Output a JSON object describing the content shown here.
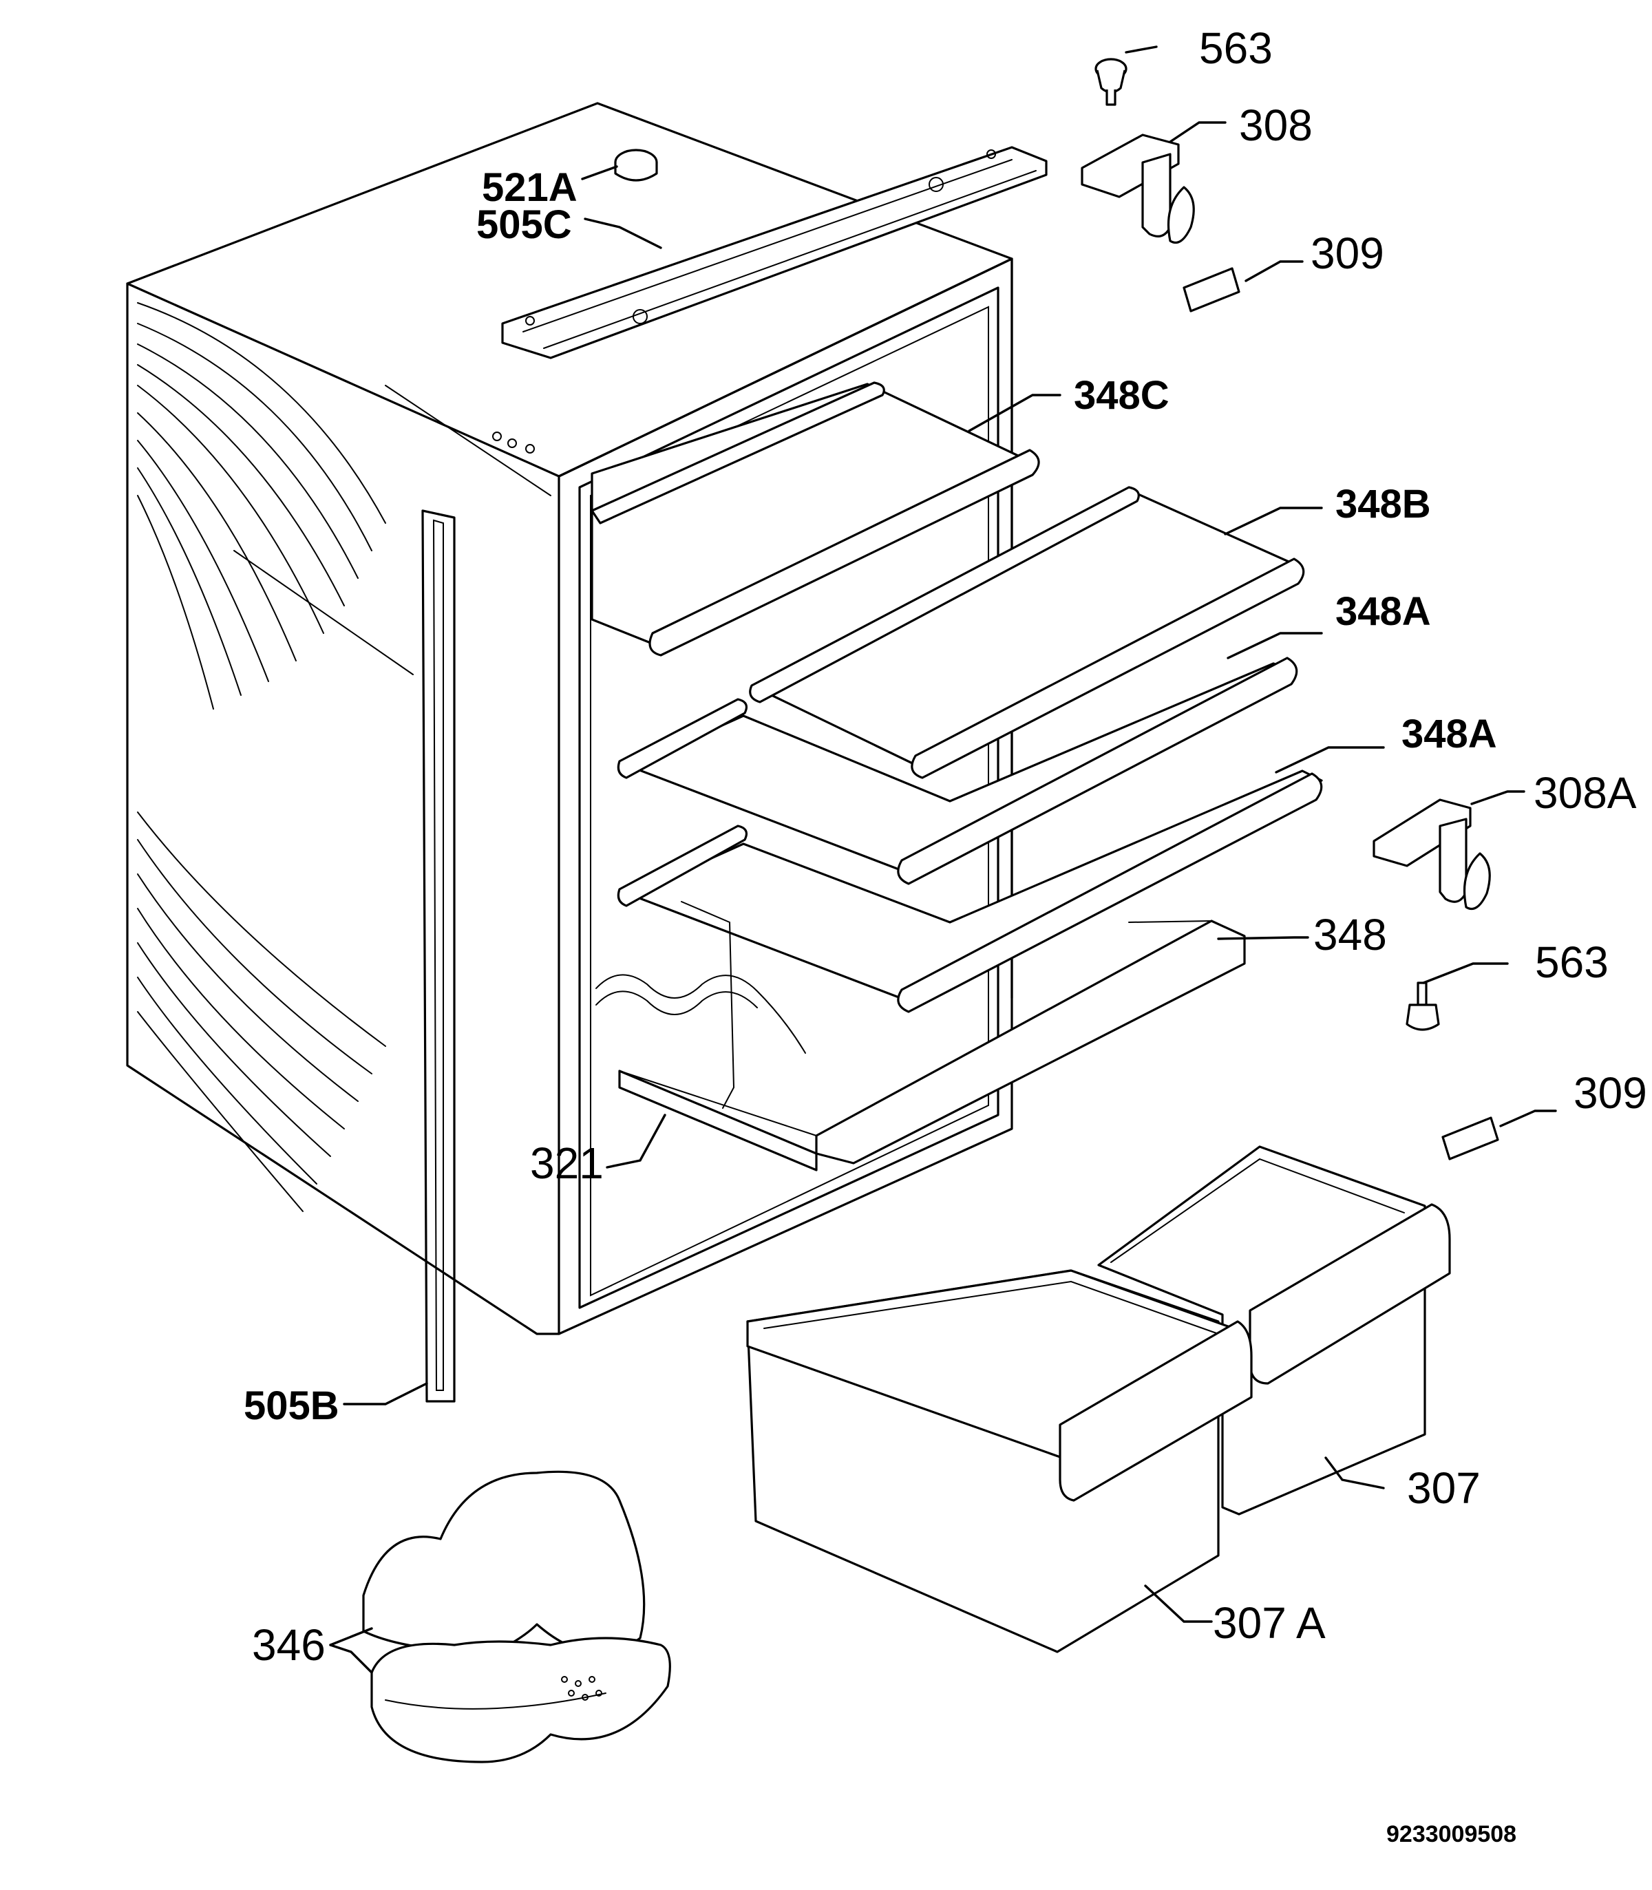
{
  "diagram": {
    "labels": {
      "p563_top": "563",
      "p308": "308",
      "p309_top": "309",
      "p521a": "521A",
      "p505c": "505C",
      "p348c": "348C",
      "p348b": "348B",
      "p348a_1": "348A",
      "p348a_2": "348A",
      "p308a": "308A",
      "p563_mid": "563",
      "p348": "348",
      "p309_mid": "309",
      "p321": "321",
      "p505b": "505B",
      "p307": "307",
      "p307a": "307 A",
      "p346": "346"
    },
    "drawing_number": "9233009508"
  }
}
